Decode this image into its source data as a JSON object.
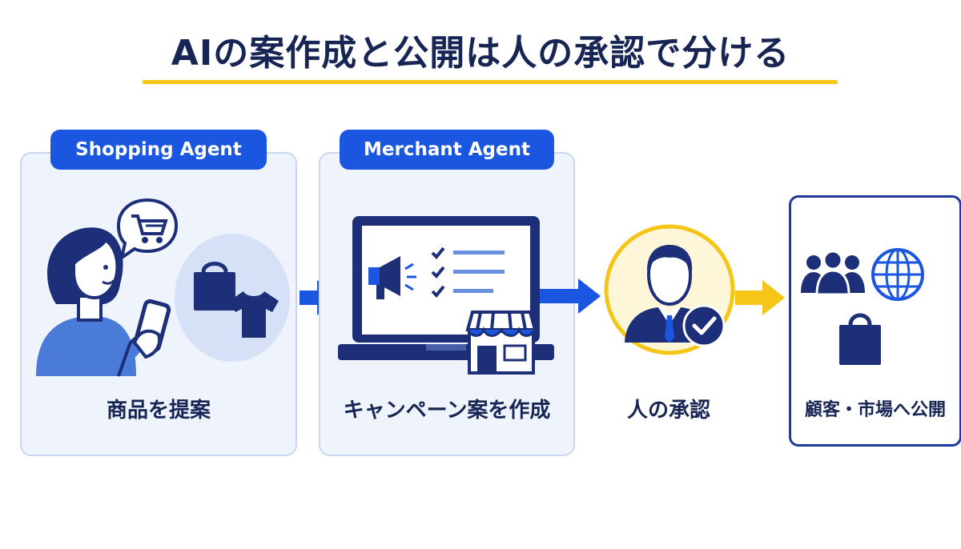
{
  "title": "AIの案作成と公開は人の承認で分ける",
  "steps": [
    {
      "agent_label": "Shopping Agent",
      "caption": "商品を提案"
    },
    {
      "agent_label": "Merchant Agent",
      "caption": "キャンペーン案を作成"
    },
    {
      "caption": "人の承認"
    },
    {
      "caption": "顧客・市場へ公開"
    }
  ],
  "colors": {
    "navy": "#172554",
    "blue": "#1a56e0",
    "yellow": "#f5c518",
    "panel_bg": "#eef3fc"
  },
  "icons": [
    "woman-with-phone-icon",
    "shopping-cart-icon",
    "shopping-bag-icon",
    "tshirt-icon",
    "laptop-icon",
    "megaphone-icon",
    "checklist-icon",
    "storefront-icon",
    "businessman-icon",
    "checkmark-badge-icon",
    "people-group-icon",
    "globe-icon"
  ]
}
